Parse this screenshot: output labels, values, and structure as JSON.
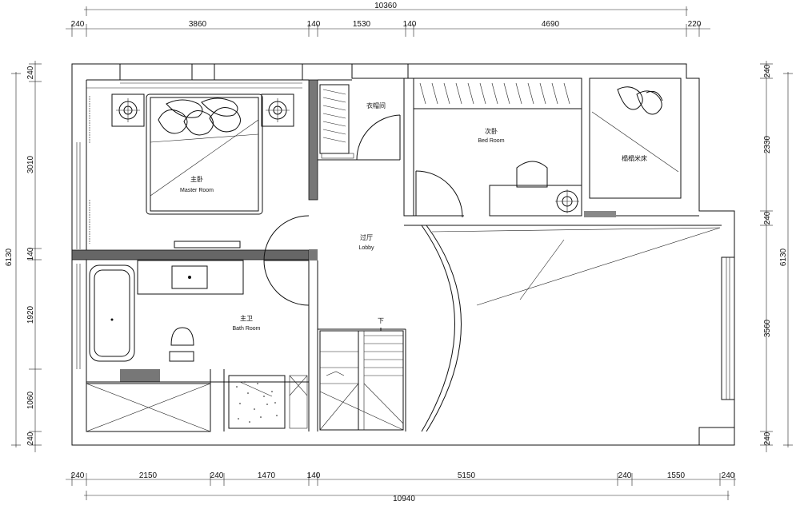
{
  "dimensions": {
    "top_total": "10360",
    "top_segments": [
      "240",
      "3860",
      "140",
      "1530",
      "140",
      "4690",
      "220"
    ],
    "bottom_total": "10940",
    "bottom_segments": [
      "240",
      "2150",
      "240",
      "1470",
      "140",
      "5150",
      "240",
      "1550",
      "240"
    ],
    "left_total": "6130",
    "left_segments": [
      "240",
      "3010",
      "140",
      "1920",
      "1060",
      "240"
    ],
    "right_total": "6130",
    "right_segments": [
      "240",
      "2330",
      "240",
      "3560",
      "240"
    ]
  },
  "rooms": {
    "master": {
      "cn": "主卧",
      "en": "Master Room"
    },
    "closet": {
      "cn": "衣帽间"
    },
    "second": {
      "cn": "次卧",
      "en": "Bed Room"
    },
    "tatami": {
      "cn": "榻榻米床"
    },
    "lobby": {
      "cn": "过厅",
      "en": "Lobby"
    },
    "bath": {
      "cn": "主卫",
      "en": "Bath Room"
    },
    "stair_down": {
      "cn": "下"
    }
  }
}
